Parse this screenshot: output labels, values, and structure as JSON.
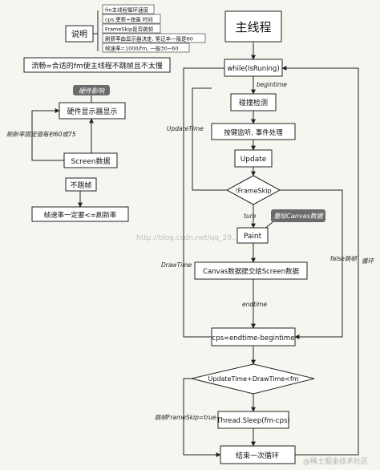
{
  "legend": {
    "title": "说明",
    "items": [
      "fm主线程循环速度",
      "cps:更新+绘画 时间",
      "FrameSkip是否跳帧",
      "刷新率由显示器决定, 笔记本一般是60",
      "帧速率=1000/fm, 一般30~60"
    ],
    "note": "流畅=合适的fm使主线程不跳帧且不太慢"
  },
  "left_flow": {
    "callout": "硬件影响",
    "display": "硬件显示器显示",
    "screen": "Screen数据",
    "refresh_label": "刷新率固定值每秒60或75",
    "no_skip": "不跳帧",
    "rate_rule": "帧速率一定要<=刷新率"
  },
  "main_flow": {
    "title": "主线程",
    "loop": "while(IsRuning)",
    "collision": "碰撞检测",
    "input": "按键监听, 事件处理",
    "update": "Update",
    "skip_check": "!FrameSkip",
    "paint": "Paint",
    "paint_callout": "重绘Canvas数据",
    "submit": "Canvas数据提交给Screen数据",
    "cps": "cps=endtime-begintime",
    "compare": "UpdateTime+DrawTime<fm",
    "sleep": "Thread.Sleep(fm-cps)",
    "end": "结束一次循环"
  },
  "edges": {
    "begintime": "begintime",
    "update_time": "UpdateTime",
    "true": "ture",
    "draw_time": "DrawTime",
    "endtime": "endtime",
    "false_skip": "false跳帧",
    "loop_back": "循环",
    "skip_true": "跳帧FrameSkip=true"
  },
  "watermarks": {
    "mid": "http://blog.csdn.net/qq_29...",
    "corner": "@稀土掘金技术社区"
  },
  "colors": {
    "background": "#f6f6f0",
    "line": "#222222",
    "box_fill": "#ffffff",
    "callout_fill": "#6b6b6b",
    "callout_text": "#ffffff"
  }
}
